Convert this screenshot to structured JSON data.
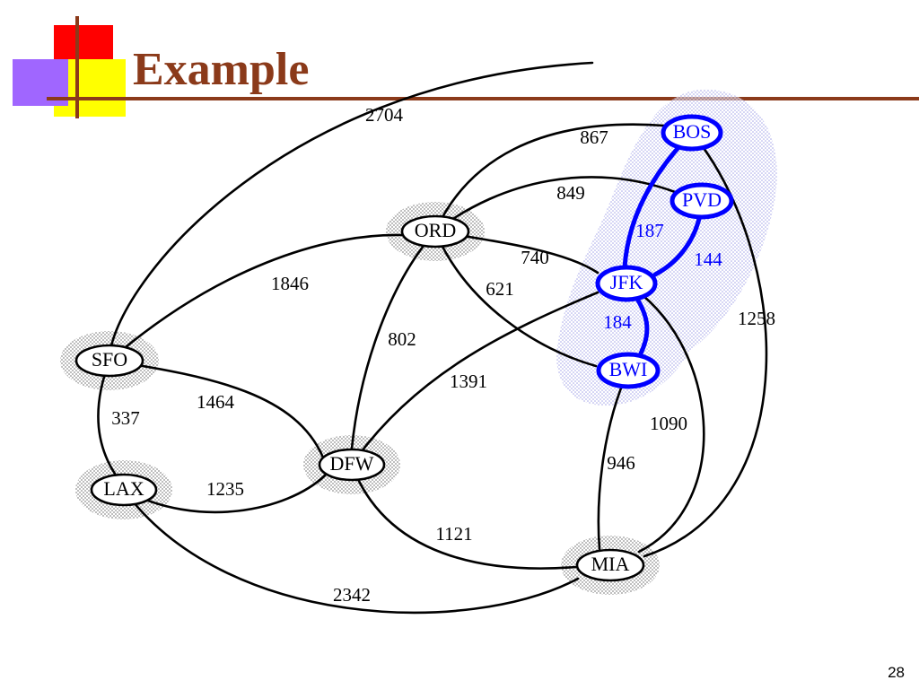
{
  "slide": {
    "title": "Example",
    "page_number": "28"
  },
  "colors": {
    "title": "#8B3A1A",
    "highlight": "#0000FF",
    "edge": "#000000",
    "deco_red": "#FF0000",
    "deco_yellow": "#FFFF00",
    "deco_purple": "#A066FF",
    "divider": "#8B3A1A"
  },
  "graph": {
    "nodes": [
      {
        "id": "BOS",
        "label": "BOS",
        "highlight": true
      },
      {
        "id": "PVD",
        "label": "PVD",
        "highlight": true
      },
      {
        "id": "JFK",
        "label": "JFK",
        "highlight": true
      },
      {
        "id": "BWI",
        "label": "BWI",
        "highlight": true
      },
      {
        "id": "ORD",
        "label": "ORD",
        "highlight": false
      },
      {
        "id": "SFO",
        "label": "SFO",
        "highlight": false
      },
      {
        "id": "LAX",
        "label": "LAX",
        "highlight": false
      },
      {
        "id": "DFW",
        "label": "DFW",
        "highlight": false
      },
      {
        "id": "MIA",
        "label": "MIA",
        "highlight": false
      }
    ],
    "edges": [
      {
        "from": "SFO",
        "to": "BOS",
        "weight": "2704",
        "highlight": false
      },
      {
        "from": "ORD",
        "to": "BOS",
        "weight": "867",
        "highlight": false
      },
      {
        "from": "ORD",
        "to": "PVD",
        "weight": "849",
        "highlight": false
      },
      {
        "from": "ORD",
        "to": "JFK",
        "weight": "740",
        "highlight": false
      },
      {
        "from": "ORD",
        "to": "BWI",
        "weight": "621",
        "highlight": false
      },
      {
        "from": "SFO",
        "to": "ORD",
        "weight": "1846",
        "highlight": false
      },
      {
        "from": "ORD",
        "to": "DFW",
        "weight": "802",
        "highlight": false
      },
      {
        "from": "DFW",
        "to": "JFK",
        "weight": "1391",
        "highlight": false
      },
      {
        "from": "SFO",
        "to": "DFW",
        "weight": "1464",
        "highlight": false
      },
      {
        "from": "SFO",
        "to": "LAX",
        "weight": "337",
        "highlight": false
      },
      {
        "from": "LAX",
        "to": "DFW",
        "weight": "1235",
        "highlight": false
      },
      {
        "from": "DFW",
        "to": "MIA",
        "weight": "1121",
        "highlight": false
      },
      {
        "from": "LAX",
        "to": "MIA",
        "weight": "2342",
        "highlight": false
      },
      {
        "from": "BWI",
        "to": "MIA",
        "weight": "946",
        "highlight": false
      },
      {
        "from": "JFK",
        "to": "MIA",
        "weight": "1090",
        "highlight": false
      },
      {
        "from": "BOS",
        "to": "MIA",
        "weight": "1258",
        "highlight": false
      },
      {
        "from": "BOS",
        "to": "JFK",
        "weight": "187",
        "highlight": true
      },
      {
        "from": "PVD",
        "to": "JFK",
        "weight": "144",
        "highlight": true
      },
      {
        "from": "JFK",
        "to": "BWI",
        "weight": "184",
        "highlight": true
      }
    ]
  }
}
